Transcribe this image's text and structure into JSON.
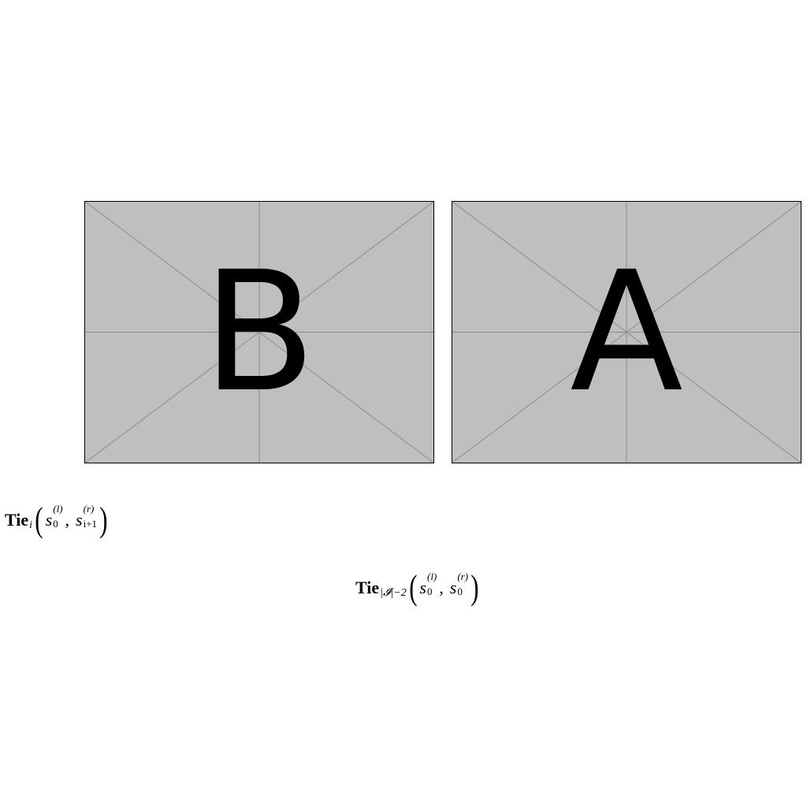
{
  "panels": [
    {
      "label": "B",
      "background": "#bfbfbf",
      "line_color": "#8c8c8c"
    },
    {
      "label": "A",
      "background": "#bfbfbf",
      "line_color": "#8c8c8c"
    }
  ],
  "formulas": [
    {
      "operator": "Tie",
      "subscript": "i",
      "arg1": {
        "var": "s",
        "sup": "(l)",
        "sub": "0"
      },
      "arg2": {
        "var": "s",
        "sup": "(r)",
        "sub": "i+1"
      }
    },
    {
      "operator": "Tie",
      "subscript": "|𝓘|−2",
      "arg1": {
        "var": "s",
        "sup": "(l)",
        "sub": "0"
      },
      "arg2": {
        "var": "s",
        "sup": "(r)",
        "sub": "0"
      }
    }
  ]
}
